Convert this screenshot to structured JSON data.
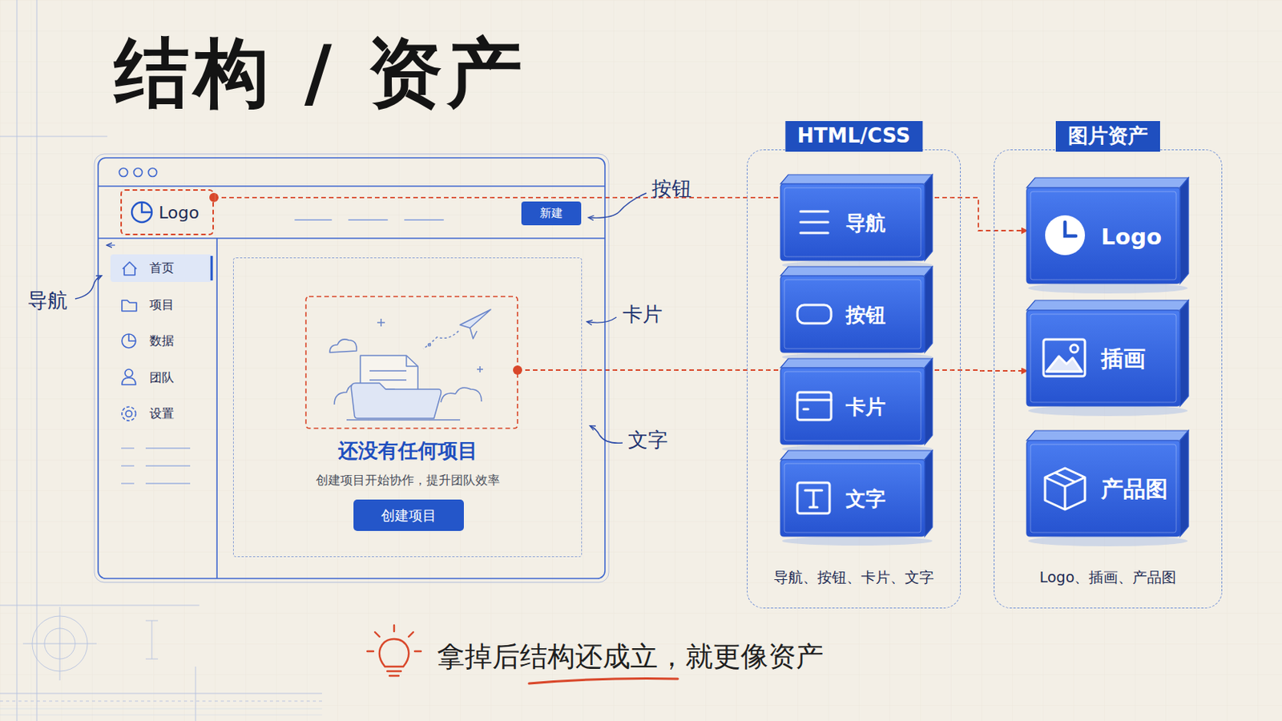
{
  "diagram": {
    "title": "结构 / 资产",
    "caption": "拿掉后结构还成立，就更像资产",
    "nodes": [
      {
        "text": [
          "Logo"
        ]
      },
      {
        "text": [
          "新建"
        ]
      },
      {
        "text": [
          "还没有任何项目",
          "创建项目开始协作，提升团队效率"
        ]
      },
      {
        "text": [
          "创建项目"
        ],
        "in": 2
      },
      {
        "text": [
          "HTML/CSS",
          "导航、按钮、卡片、文字"
        ]
      },
      {
        "text": [
          "导航"
        ],
        "in": 4
      },
      {
        "text": [
          "按钮"
        ],
        "in": 4
      },
      {
        "text": [
          "卡片"
        ],
        "in": 4
      },
      {
        "text": [
          "文字"
        ],
        "in": 4
      },
      {
        "text": [
          "图片资产",
          "Logo、插画、产品图"
        ]
      },
      {
        "text": [
          "Logo"
        ],
        "in": 9
      },
      {
        "text": [
          "插画"
        ],
        "in": 9
      },
      {
        "text": [
          "产品图"
        ],
        "in": 9
      }
    ],
    "edges": [
      {
        "from": 0,
        "to": 10,
        "arrow": "to"
      },
      {
        "from": 2,
        "to": 11,
        "arrow": "to"
      }
    ],
    "labels": [
      "首页",
      "项目",
      "数据",
      "团队",
      "设置",
      "导航",
      "按钮",
      "卡片",
      "文字"
    ]
  }
}
